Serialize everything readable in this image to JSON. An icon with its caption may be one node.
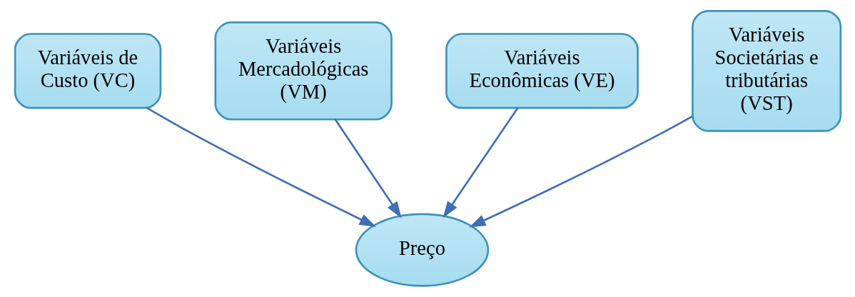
{
  "diagram": {
    "nodes": [
      {
        "text": [
          "Variáveis de Custo (VC)"
        ]
      },
      {
        "text": [
          "Variáveis Mercadológicas (VM)"
        ]
      },
      {
        "text": [
          "Variáveis Econômicas (VE)"
        ]
      },
      {
        "text": [
          "Variáveis Societárias e tributárias (VST)"
        ]
      },
      {
        "text": [
          "Preço"
        ]
      }
    ],
    "edges": [
      {
        "from": 0,
        "to": 4,
        "arrow": "to"
      },
      {
        "from": 1,
        "to": 4,
        "arrow": "to"
      },
      {
        "from": 2,
        "to": 4,
        "arrow": "to"
      },
      {
        "from": 3,
        "to": 4,
        "arrow": "to"
      }
    ]
  }
}
